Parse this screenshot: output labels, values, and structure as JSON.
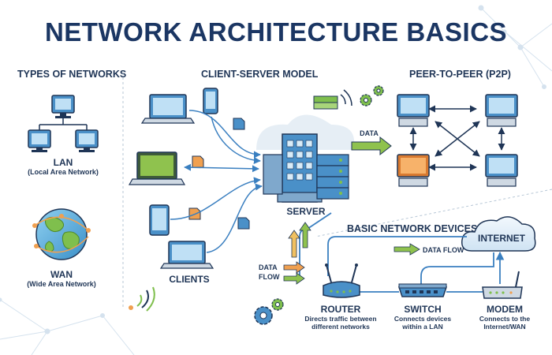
{
  "title": "NETWORK ARCHITECTURE BASICS",
  "sections": {
    "types": "TYPES OF NETWORKS",
    "client_server": "CLIENT-SERVER MODEL",
    "p2p": "PEER-TO-PEER (P2P)",
    "devices": "BASIC NETWORK DEVICES"
  },
  "types": {
    "lan": {
      "label": "LAN",
      "desc": "(Local Area Network)"
    },
    "wan": {
      "label": "WAN",
      "desc": "(Wide Area Network)"
    }
  },
  "client_server": {
    "server_label": "SERVER",
    "clients_label": "CLIENTS",
    "data_label": "DATA"
  },
  "devices": {
    "internet": "INTERNET",
    "data_flow": "DATA FLOW",
    "data_flow_left_1": "DATA",
    "data_flow_left_2": "FLOW",
    "router": {
      "label": "ROUTER",
      "desc1": "Directs traffic between",
      "desc2": "different networks"
    },
    "switch": {
      "label": "SWITCH",
      "desc1": "Connects devices",
      "desc2": "within a LAN"
    },
    "modem": {
      "label": "MODEM",
      "desc1": "Connects to the",
      "desc2": "Internet/WAN"
    }
  },
  "colors": {
    "title": "#1b3663",
    "blue": "#4a90c8",
    "dark": "#1f3556",
    "green": "#7fbf4d",
    "orange": "#f0a050",
    "light": "#e6eef5"
  }
}
